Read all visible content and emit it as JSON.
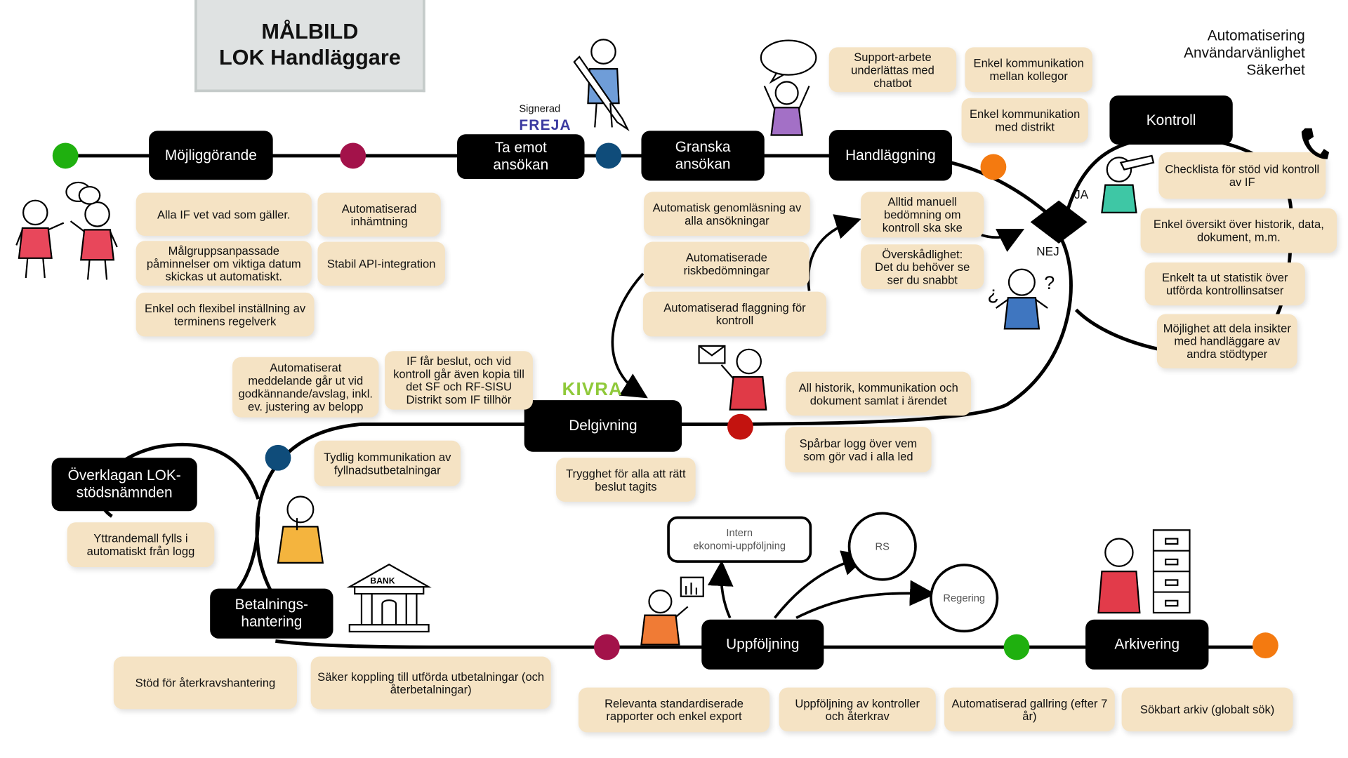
{
  "title": {
    "line1": "MÅLBILD",
    "line2": "LOK Handläggare"
  },
  "corner": {
    "line1": "Automatisering",
    "line2": "Användarvänlighet",
    "line3": "Säkerhet"
  },
  "labels": {
    "signerad": "Signerad",
    "freja": "FREJA",
    "kivra": "KIVRA",
    "ja": "JA",
    "nej": "NEJ",
    "bank": "BANK"
  },
  "stages": {
    "mojliggorande": "Möjliggörande",
    "ta_emot": "Ta emot\nansökan",
    "granska": "Granska\nansökan",
    "handlaggning": "Handläggning",
    "kontroll": "Kontroll",
    "delgivning": "Delgivning",
    "overklagan": "Överklagan LOK-\nstödsnämnden",
    "betalning": "Betalnings-\nhantering",
    "uppfoljning": "Uppföljning",
    "arkivering": "Arkivering"
  },
  "outputs": {
    "intern": "Intern\nekonomi-uppföljning",
    "rs": "RS",
    "regering": "Regering"
  },
  "notes": {
    "n1": "Alla IF vet vad som gäller.",
    "n2": "Målgruppsanpassade påminnelser om viktiga datum skickas ut automatiskt.",
    "n3": "Enkel och flexibel inställning av terminens regelverk",
    "n4": "Automatiserad inhämtning",
    "n5": "Stabil API-integration",
    "n6": "Support-arbete underlättas med chatbot",
    "n7": "Enkel kommunikation mellan kollegor",
    "n8": "Enkel kommunikation med distrikt",
    "n9": "Automatisk genomläsning av alla ansökningar",
    "n10": "Automatiserade riskbedömningar",
    "n11": "Automatiserad flaggning för kontroll",
    "n12": "Alltid manuell bedömning om kontroll ska ske",
    "n13": "Överskådlighet:\nDet du behöver se ser du snabbt",
    "n14": "Checklista för stöd vid kontroll av IF",
    "n15": "Enkel översikt över historik, data, dokument, m.m.",
    "n16": "Enkelt ta ut statistik över utförda kontrollinsatser",
    "n17": "Möjlighet att dela insikter med handläggare av andra stödtyper",
    "n18": "All historik, kommunikation och dokument samlat i ärendet",
    "n19": "Spårbar logg över vem som gör vad i alla led",
    "n20": "Trygghet för alla att rätt beslut tagits",
    "n21": "Automatiserat meddelande går ut vid godkännande/avslag, inkl. ev. justering av belopp",
    "n22": "IF får beslut, och vid kontroll går även kopia till det SF och RF-SISU Distrikt som IF tillhör",
    "n23": "Tydlig kommunikation av fyllnadsutbetalningar",
    "n24": "Yttrandemall fylls i automatiskt från logg",
    "n25": "Stöd för återkravshantering",
    "n26": "Säker koppling till utförda utbetalningar (och återbetalningar)",
    "n27": "Relevanta standardiserade rapporter och enkel export",
    "n28": "Uppföljning av kontroller och återkrav",
    "n29": "Automatiserad gallring (efter 7 år)",
    "n30": "Sökbart arkiv (globalt sök)"
  },
  "colors": {
    "green": "#1fb00f",
    "magenta": "#a3124a",
    "navy": "#0f4c7a",
    "orange": "#f47a10",
    "red": "#c3130f",
    "note_bg": "#f5e3c4"
  }
}
